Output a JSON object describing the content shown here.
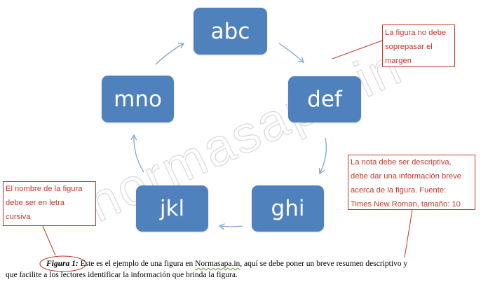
{
  "diagram": {
    "nodes": [
      "abc",
      "def",
      "ghi",
      "jkl",
      "mno"
    ],
    "node_color": "#4f81bd",
    "arrow_color": "#7fa5c9",
    "flow": "clockwise cycle abc → def → ghi → jkl → mno → abc"
  },
  "notes": {
    "margin": [
      "La figura no debe",
      "soprepasar el",
      "margen"
    ],
    "description": [
      "La nota debe ser descriptiva,",
      "debe dar una información breve",
      "acerca de la figura. Fuente:",
      "Times New Roman, tamaño: 10"
    ],
    "name": [
      "El nombre de la figura",
      "debe ser en letra",
      "cursiva"
    ],
    "color": "#c0392b"
  },
  "caption": {
    "label": "Figura 1:",
    "text_before_site": "Este es el ejemplo de una figura en",
    "site": "Normasapa.in",
    "text_after_site": ", aquí se debe poner un breve resumen descriptivo y",
    "line2": "que facilite a los lectores identificar la información que brinda la figura."
  },
  "watermark": "normasapa.in"
}
